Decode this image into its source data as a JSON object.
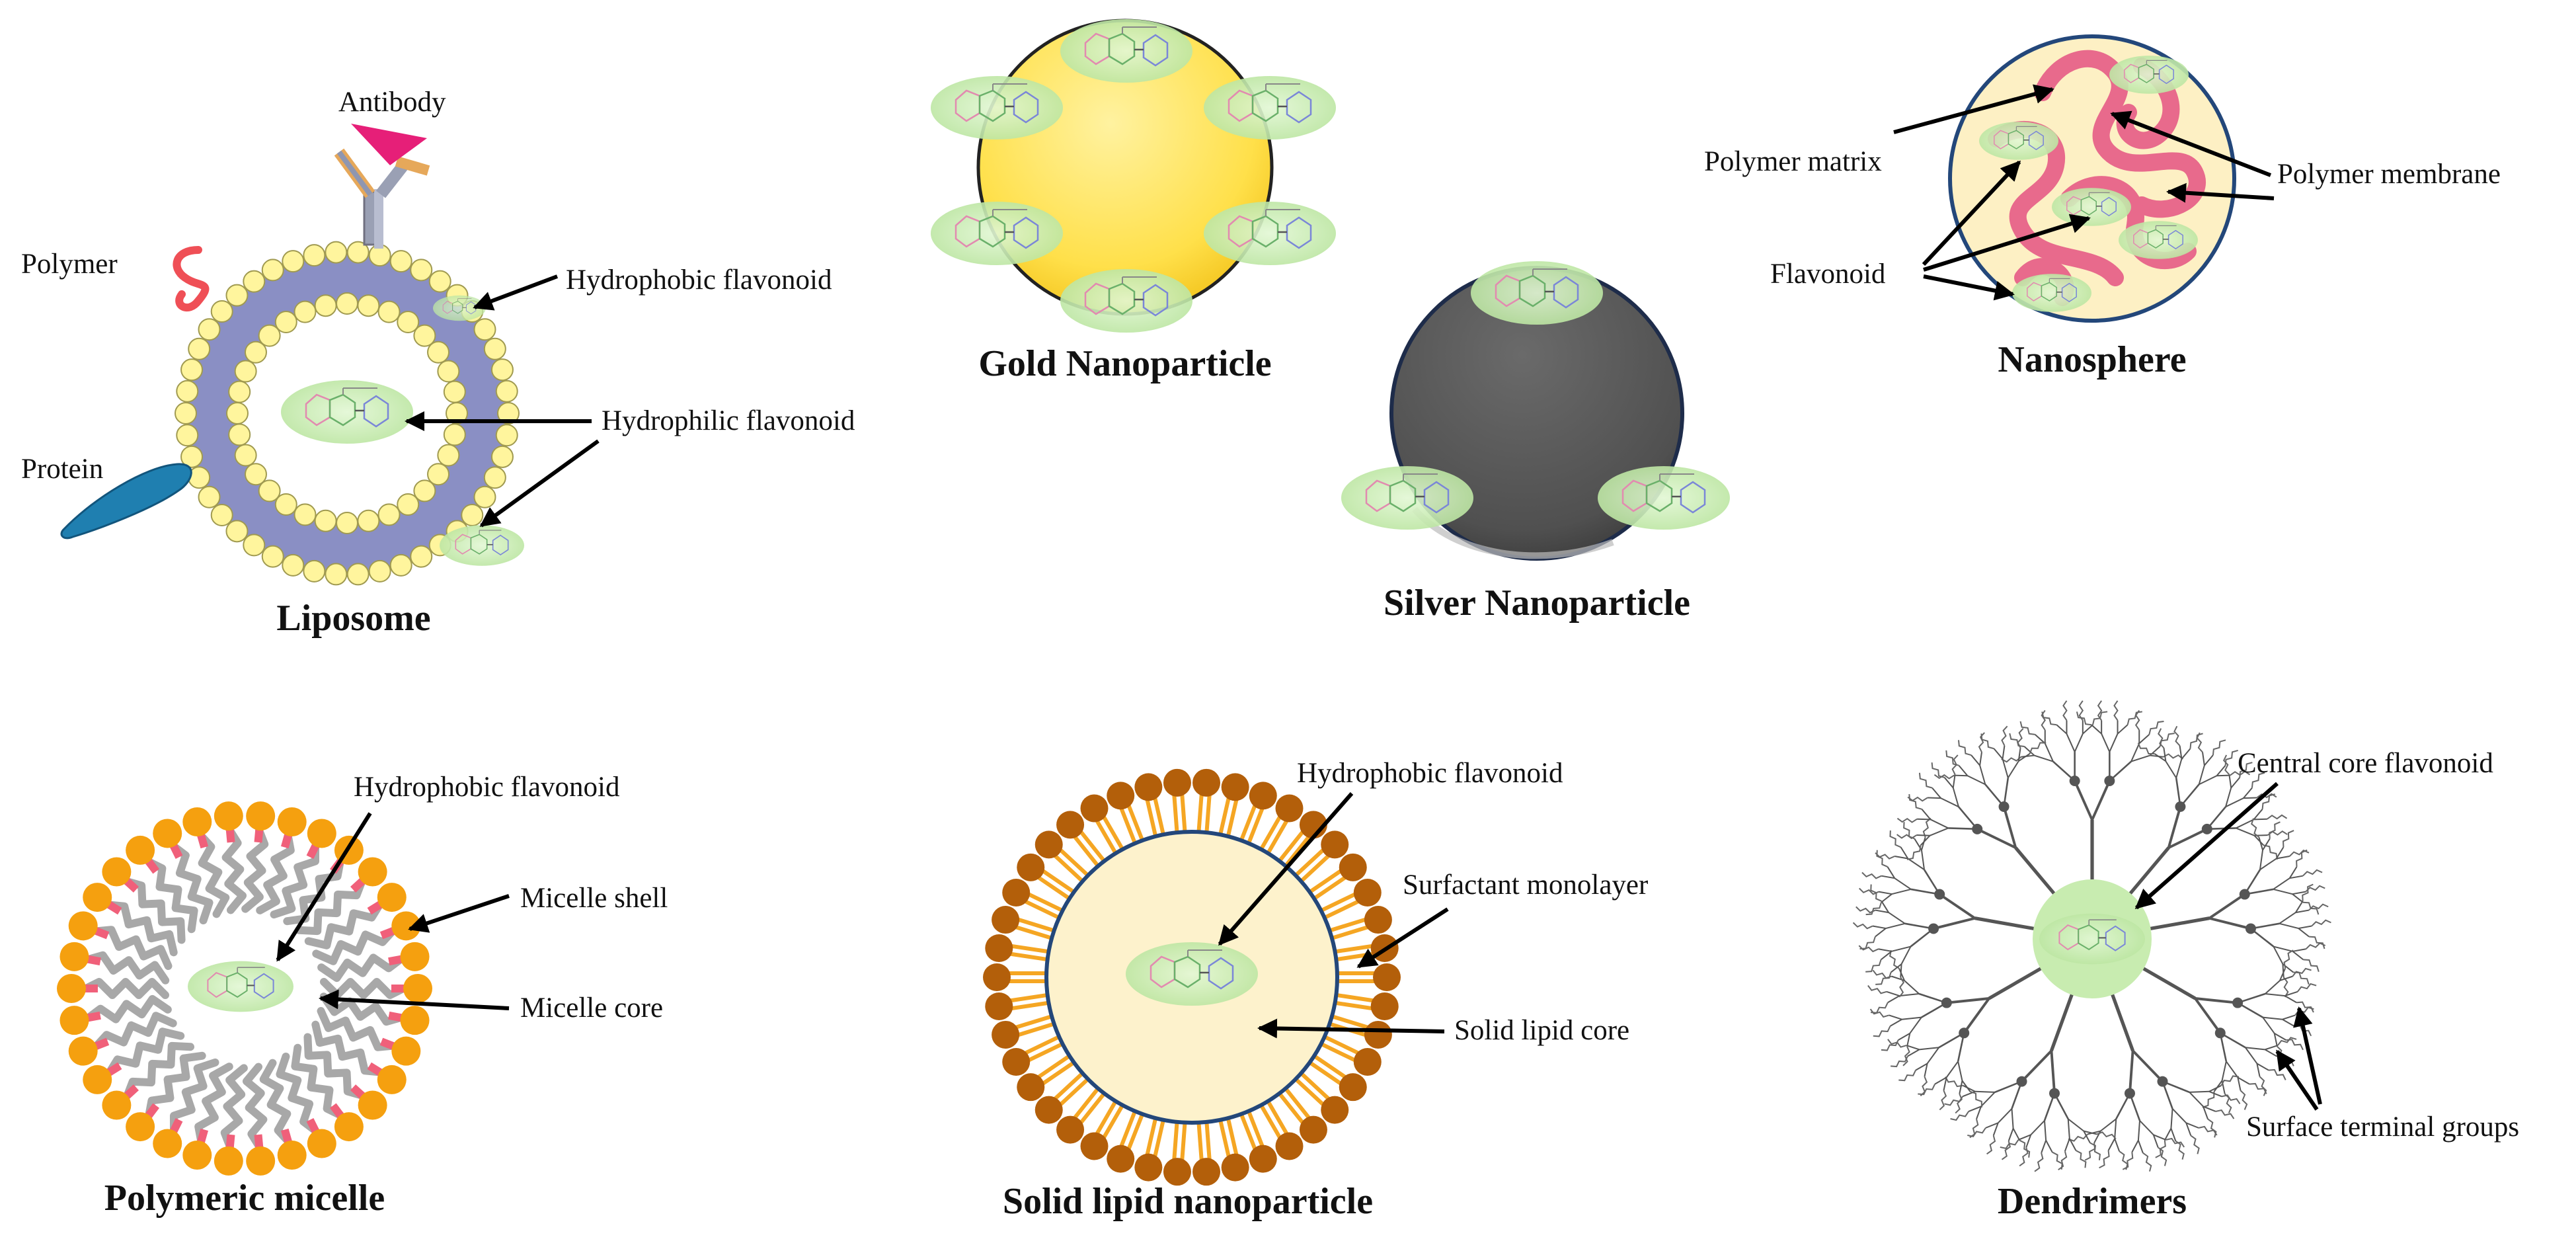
{
  "liposome": {
    "title": "Liposome",
    "labels": {
      "antibody": "Antibody",
      "polymer": "Polymer",
      "protein": "Protein",
      "hydrophobic": "Hydrophobic flavonoid",
      "hydrophilic": "Hydrophilic flavonoid"
    }
  },
  "gold": {
    "title": "Gold Nanoparticle"
  },
  "silver": {
    "title": "Silver Nanoparticle"
  },
  "nanosphere": {
    "title": "Nanosphere",
    "labels": {
      "matrix": "Polymer matrix",
      "membrane": "Polymer membrane",
      "flavonoid": "Flavonoid"
    }
  },
  "micelle": {
    "title": "Polymeric micelle",
    "labels": {
      "hydrophobic": "Hydrophobic flavonoid",
      "shell": "Micelle shell",
      "core": "Micelle core"
    }
  },
  "sln": {
    "title": "Solid lipid nanoparticle",
    "labels": {
      "hydrophobic": "Hydrophobic flavonoid",
      "surfactant": "Surfactant monolayer",
      "core": "Solid lipid core"
    }
  },
  "dendrimer": {
    "title": "Dendrimers",
    "labels": {
      "core": "Central core flavonoid",
      "terminal": "Surface terminal groups"
    }
  },
  "colors": {
    "lipid_head": "#fff59d",
    "lipid_tail": "#8a8fc4",
    "flavonoid_fill": "#c8ecb0",
    "gold": "#ffe45c",
    "silver": "#555555",
    "polymer": "#e86a8c",
    "micelle_head": "#f5a00f",
    "sln_head": "#b35f0a",
    "sln_core": "#fdf2cc"
  }
}
